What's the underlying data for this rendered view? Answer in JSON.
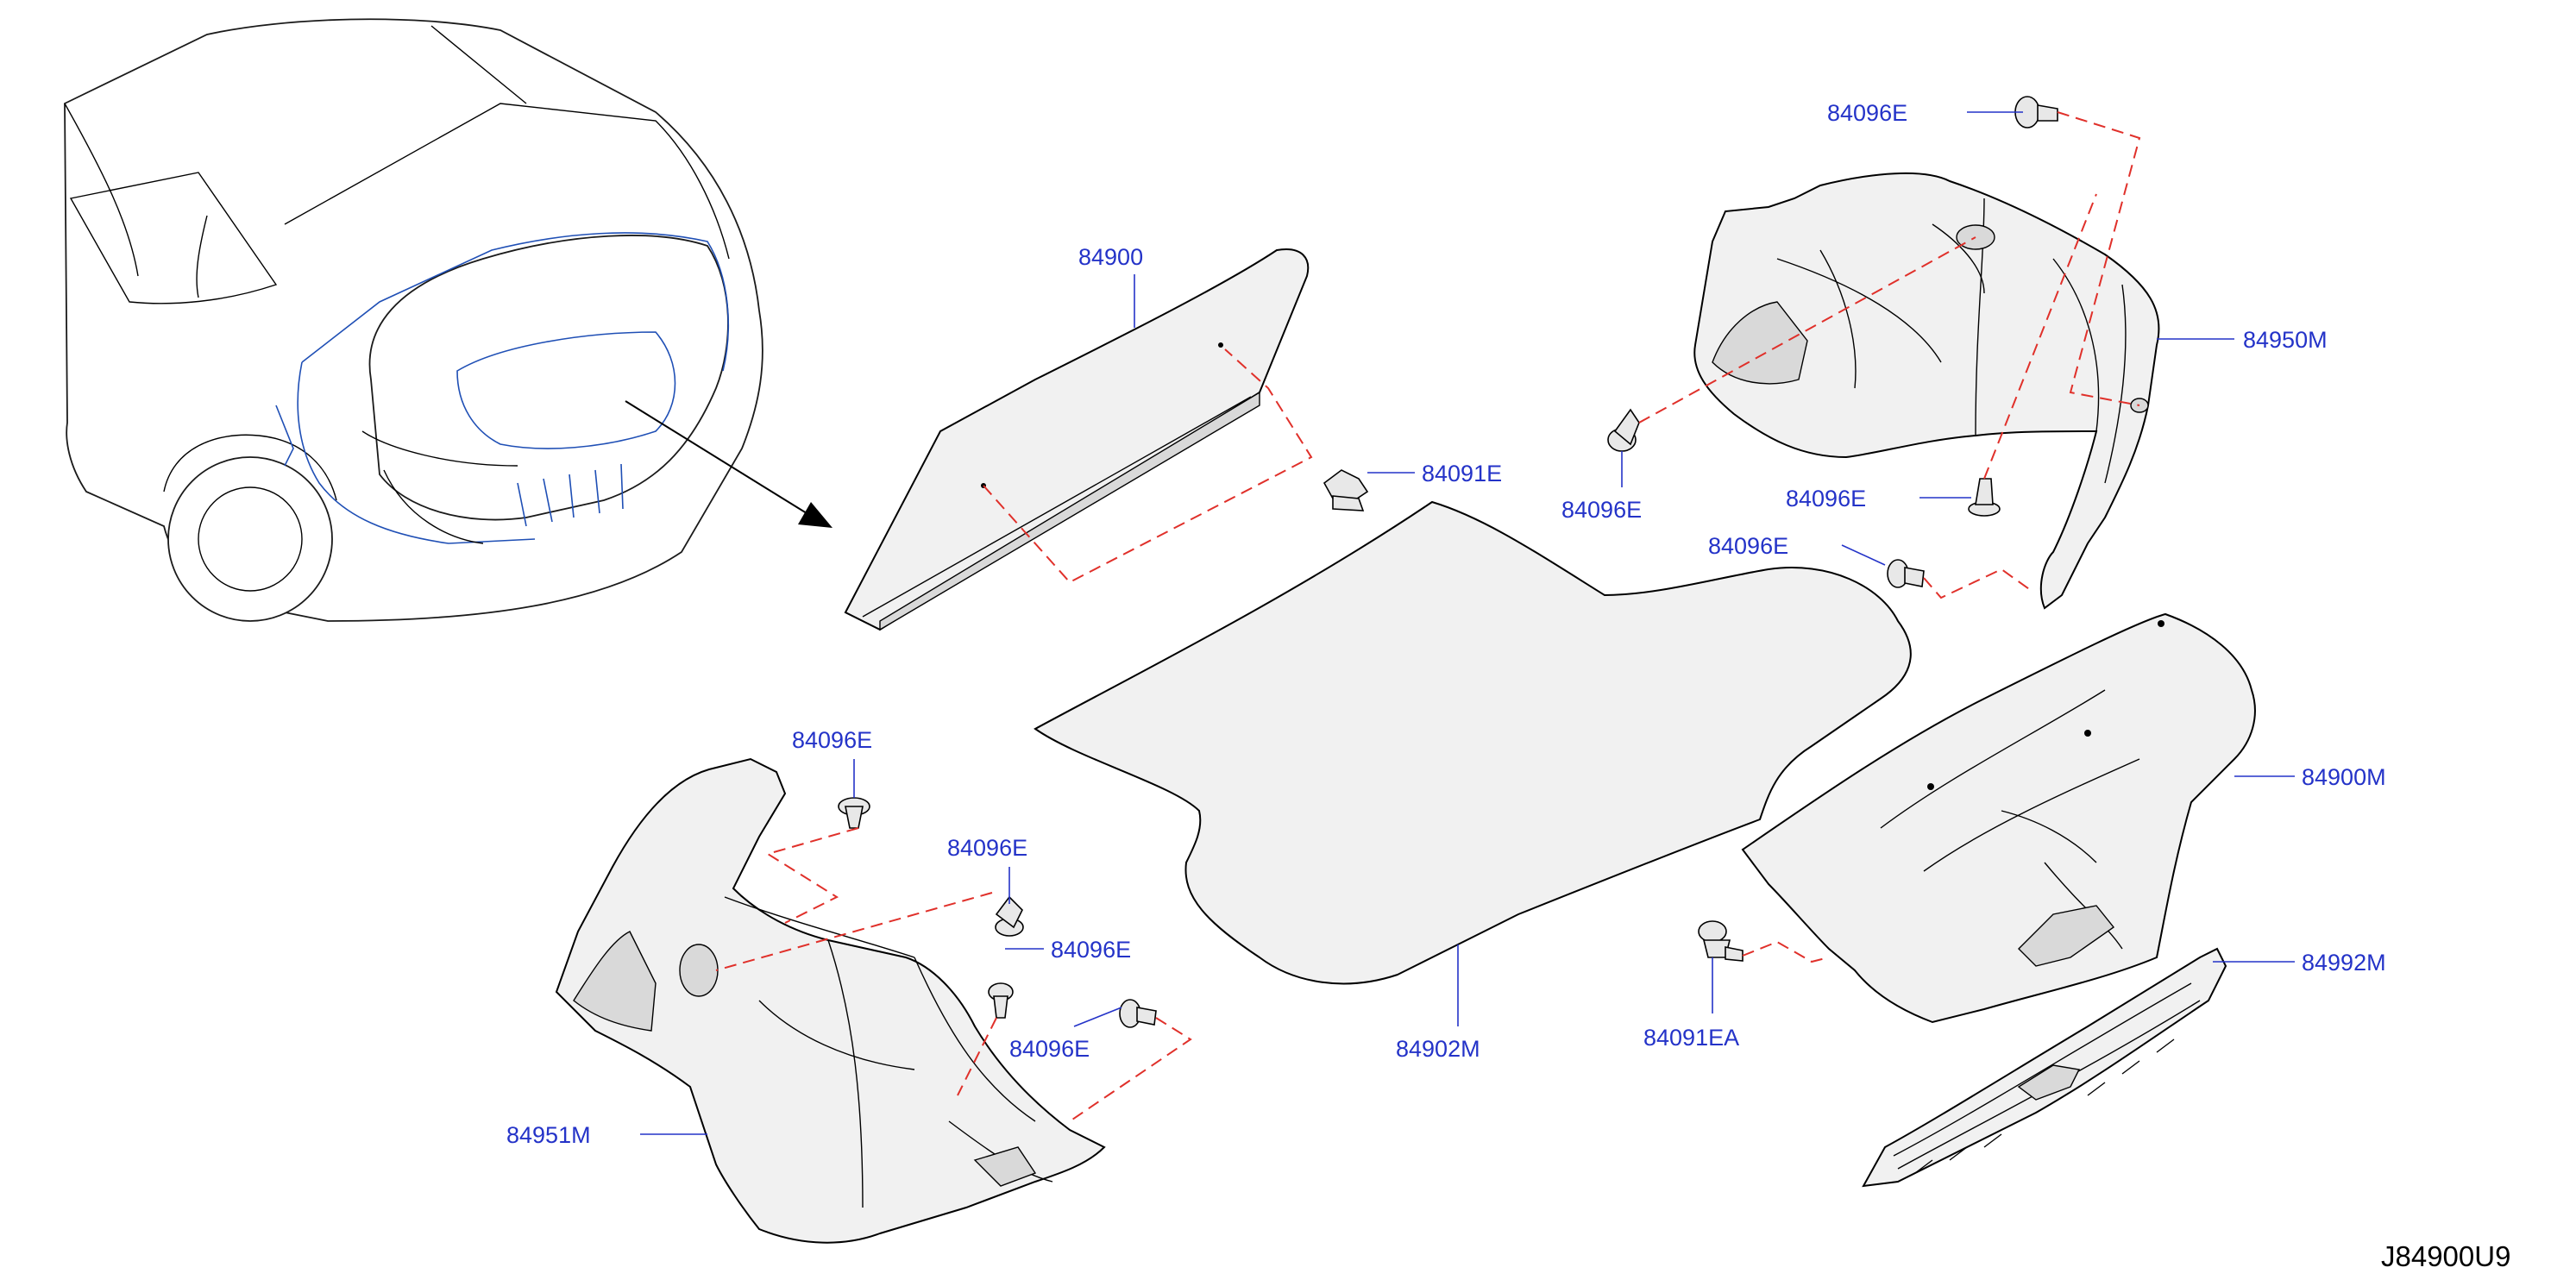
{
  "parts": [
    {
      "id": "p84900",
      "label": "84900"
    },
    {
      "id": "p84091E",
      "label": "84091E"
    },
    {
      "id": "p84096E_top",
      "label": "84096E"
    },
    {
      "id": "p84950M",
      "label": "84950M"
    },
    {
      "id": "p84096E_r1",
      "label": "84096E"
    },
    {
      "id": "p84096E_r2",
      "label": "84096E"
    },
    {
      "id": "p84096E_r3",
      "label": "84096E"
    },
    {
      "id": "p84900M",
      "label": "84900M"
    },
    {
      "id": "p84992M",
      "label": "84992M"
    },
    {
      "id": "p84096E_l1",
      "label": "84096E"
    },
    {
      "id": "p84096E_l2",
      "label": "84096E"
    },
    {
      "id": "p84096E_l3",
      "label": "84096E"
    },
    {
      "id": "p84096E_l4",
      "label": "84096E"
    },
    {
      "id": "p84951M",
      "label": "84951M"
    },
    {
      "id": "p84902M",
      "label": "84902M"
    },
    {
      "id": "p84091EA",
      "label": "84091EA"
    }
  ],
  "diagram_code": "J84900U9",
  "colors": {
    "label": "#2433c8",
    "leader": "#2433c8",
    "fastener_path": "#e0302a",
    "outline": "#000000",
    "car_harness": "#1f4fb5"
  }
}
